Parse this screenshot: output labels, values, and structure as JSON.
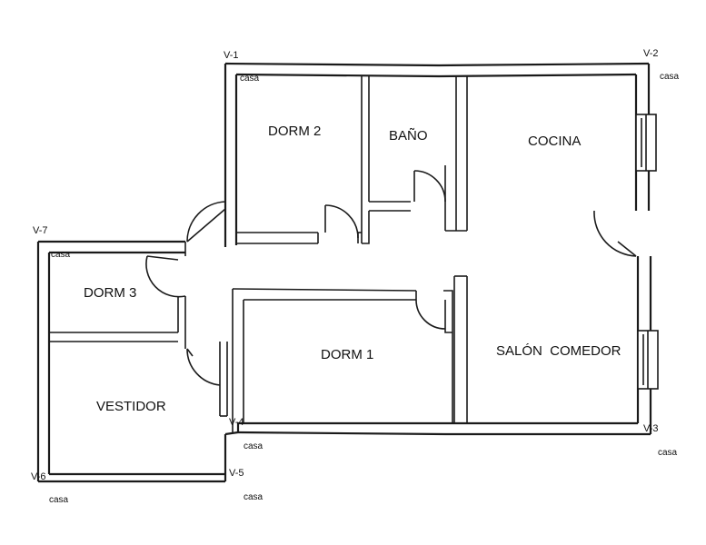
{
  "rooms": {
    "dorm2": "DORM 2",
    "bano": "BAÑO",
    "cocina": "COCINA",
    "dorm3": "DORM 3",
    "dorm1": "DORM 1",
    "salon": "SALÓN  COMEDOR",
    "vestidor": "VESTIDOR"
  },
  "vertices": {
    "v1": "V-1",
    "v2": "V-2",
    "v3": "V-3",
    "v4": "V-4",
    "v5": "V-5",
    "v6": "V-6",
    "v7": "V-7"
  },
  "casa": {
    "c1": "casa",
    "c2": "casa",
    "c3": "casa",
    "c4": "casa",
    "c5": "casa",
    "c6": "casa",
    "c7": "casa"
  }
}
